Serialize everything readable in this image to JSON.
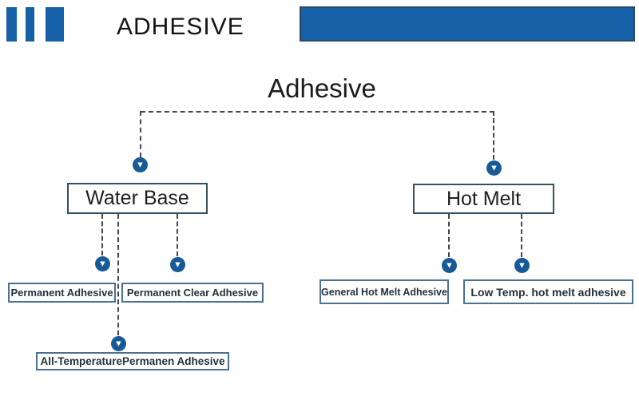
{
  "header": {
    "title": "ADHESIVE"
  },
  "colors": {
    "brand_blue": "#1560a6",
    "arrow_circle_blue": "#175a96",
    "connector_gray": "#41474d",
    "large_box_border": "#35505f",
    "small_box_border": "#4a7192"
  },
  "icons": {
    "down_arrow": "▼"
  },
  "diagram": {
    "root_label": "Adhesive",
    "nodes": {
      "water_base": "Water Base",
      "hot_melt": "Hot Melt",
      "permanent_adhesive": "Permanent Adhesive",
      "permanent_clear_adhesive": "Permanent Clear Adhesive",
      "all_temperature_permanent_adhesive": "All-TemperaturePermanen Adhesive",
      "general_hot_melt_adhesive": "General Hot Melt Adhesive",
      "low_temp_hot_melt_adhesive": "Low Temp. hot melt adhesive"
    }
  }
}
